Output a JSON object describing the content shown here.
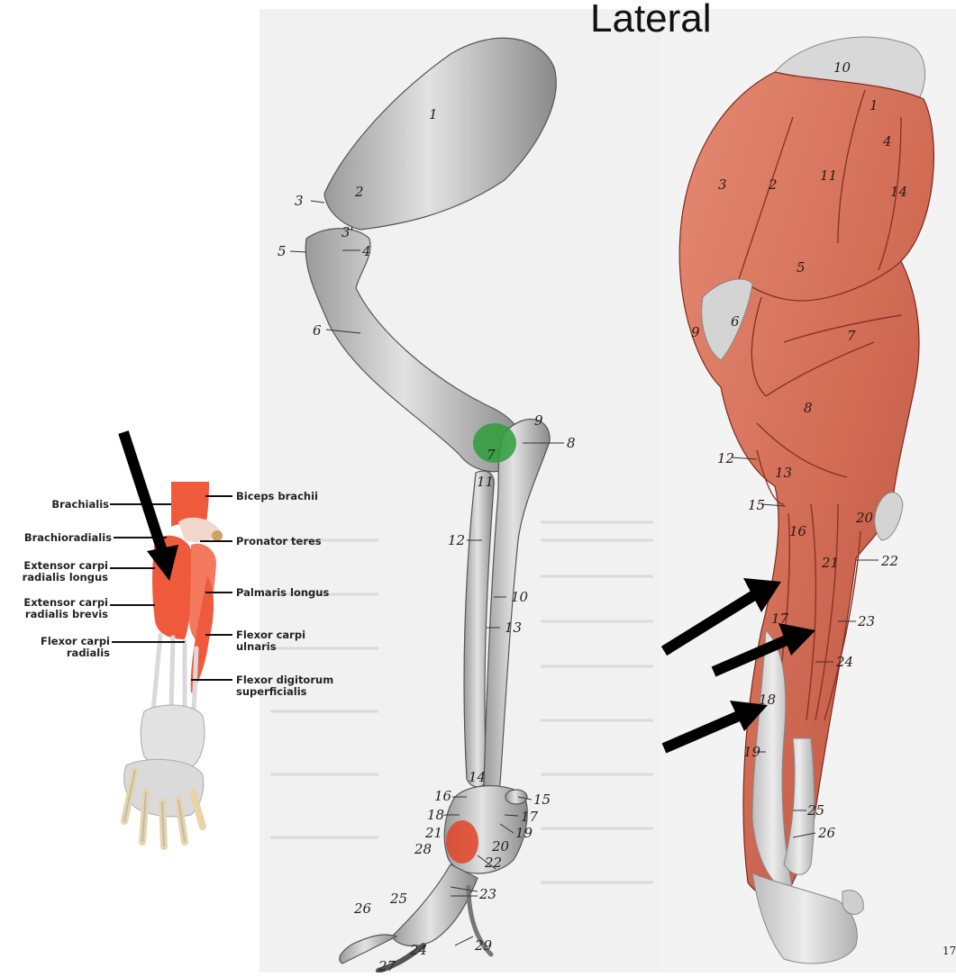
{
  "title": "Lateral",
  "forearm_labels": {
    "left": [
      {
        "text": "Brachialis"
      },
      {
        "text": "Brachioradialis"
      },
      {
        "text": "Extensor carpi radialis longus"
      },
      {
        "text": "Extensor carpi radialis brevis"
      },
      {
        "text": "Flexor carpi radialis"
      }
    ],
    "right": [
      {
        "text": "Biceps brachii"
      },
      {
        "text": "Pronator teres"
      },
      {
        "text": "Palmaris longus"
      },
      {
        "text": "Flexor carpi ulnaris"
      },
      {
        "text": "Flexor digitorum superficialis"
      }
    ]
  },
  "skeleton_numbers": [
    "1",
    "2",
    "3",
    "3'",
    "4",
    "5",
    "6",
    "7",
    "8",
    "9",
    "11",
    "12",
    "10",
    "13",
    "14",
    "16",
    "15",
    "17",
    "18",
    "19",
    "21",
    "20",
    "28",
    "22",
    "23",
    "25",
    "26",
    "29",
    "24",
    "27"
  ],
  "muscle_numbers": [
    "10",
    "1",
    "4",
    "3",
    "2",
    "11",
    "14",
    "5",
    "9",
    "6",
    "7",
    "8",
    "12",
    "13",
    "15",
    "16",
    "20",
    "21",
    "22",
    "17",
    "23",
    "24",
    "18",
    "19",
    "25",
    "26"
  ],
  "page_number": "17",
  "colors": {
    "muscle": "#d9735c",
    "muscle_dark": "#b2493a",
    "bone": "#c9c9c9",
    "tendon": "#d8d8d8",
    "green_highlight": "#2e9e3a",
    "red_highlight": "#e04426",
    "forearm_muscle": "#f05a3c",
    "arrow": "#000000"
  }
}
